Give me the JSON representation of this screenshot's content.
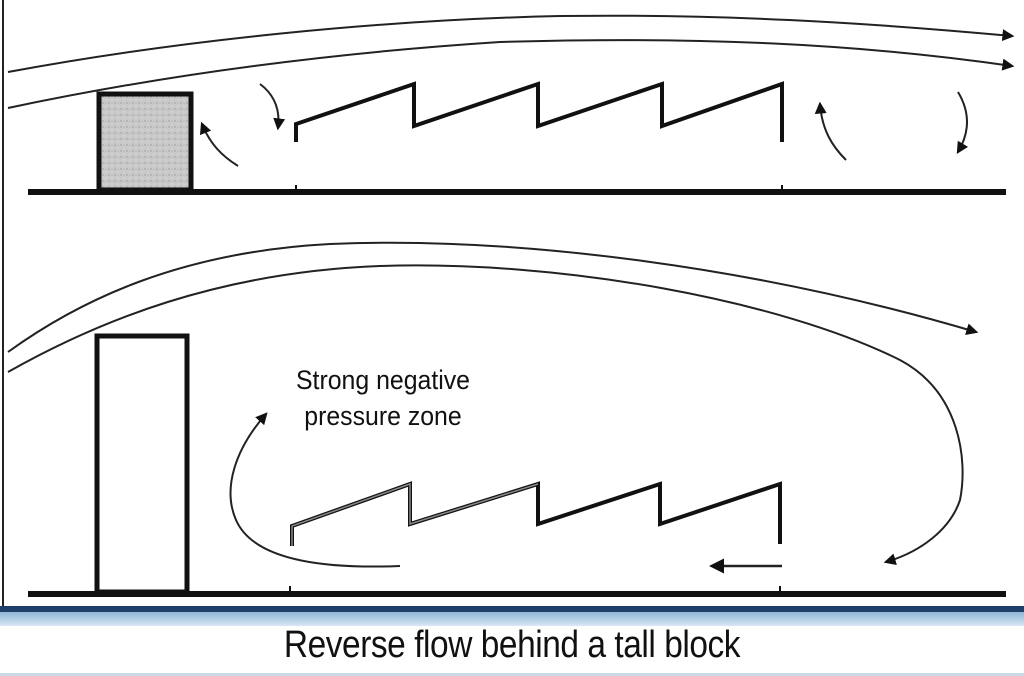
{
  "figure": {
    "top_panel": {
      "block": "short block (shaded)",
      "roof": "sawtooth roof"
    },
    "bottom_panel": {
      "block": "tall block",
      "roof": "sawtooth roof",
      "zone_label_line1": "Strong negative",
      "zone_label_line2": "pressure zone"
    }
  },
  "caption": "Reverse flow behind a tall block",
  "colors": {
    "ink": "#111111",
    "block_fill": "#c8c8c8",
    "caption_bar": "#1f3f6a",
    "caption_bar_light": "#8fb5d8"
  }
}
